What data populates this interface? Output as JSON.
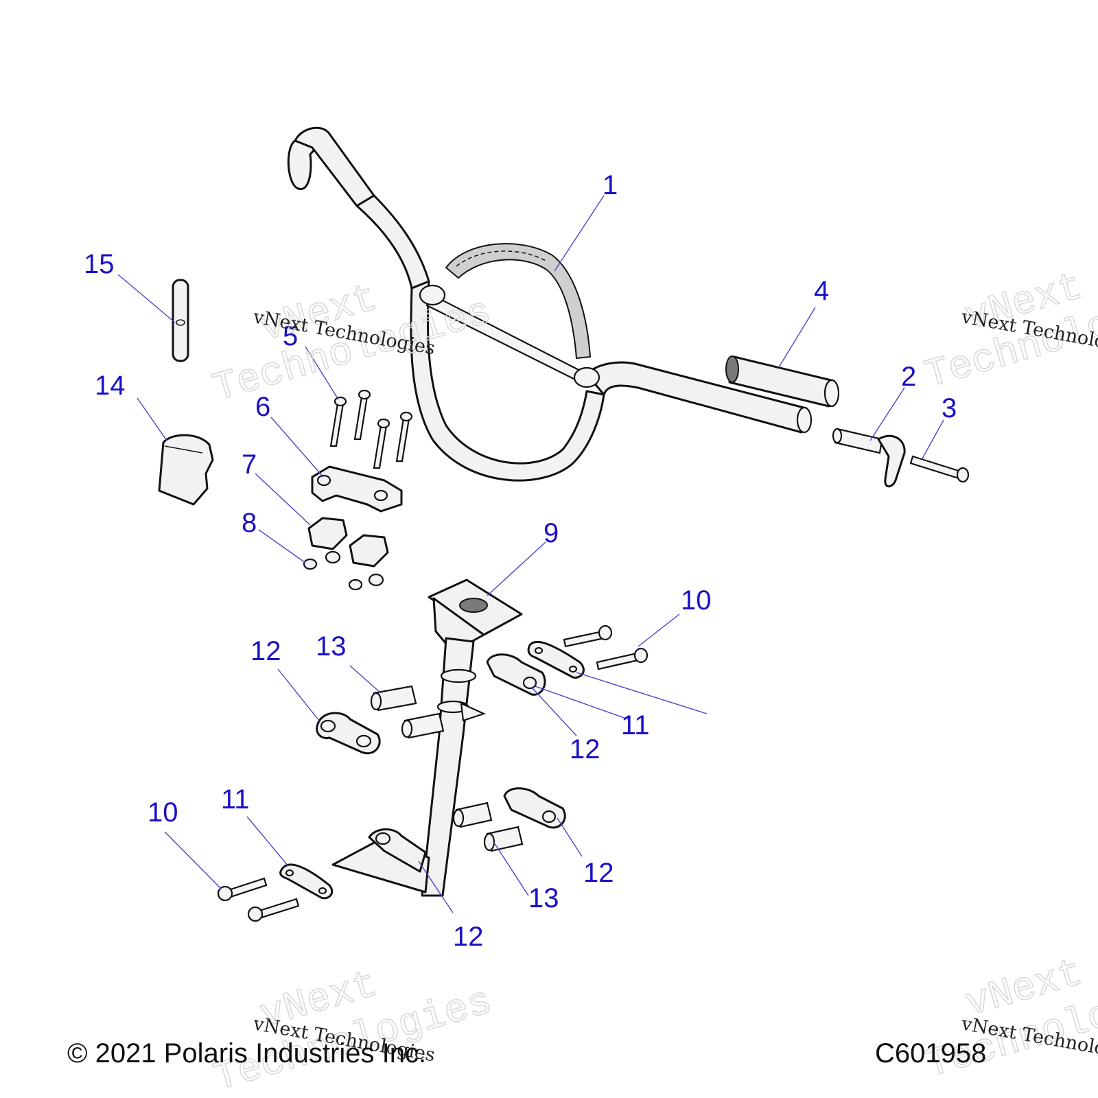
{
  "callouts": {
    "c1": "1",
    "c2": "2",
    "c3": "3",
    "c4": "4",
    "c5": "5",
    "c6": "6",
    "c7": "7",
    "c8": "8",
    "c9": "9",
    "c10a": "10",
    "c10b": "10",
    "c11a": "11",
    "c11b": "11",
    "c12a": "12",
    "c12b": "12",
    "c12c": "12",
    "c12d": "12",
    "c13a": "13",
    "c13b": "13",
    "c14": "14",
    "c15": "15"
  },
  "watermark": {
    "brand_line1": "vNext",
    "brand_line2": "Technologies",
    "brand_small": "vNext Technologies"
  },
  "footer": {
    "copyright": "© 2021 Polaris Industries Inc.",
    "code": "C601958"
  },
  "colors": {
    "callout": "#1a10c8",
    "line_art": "#111111"
  }
}
